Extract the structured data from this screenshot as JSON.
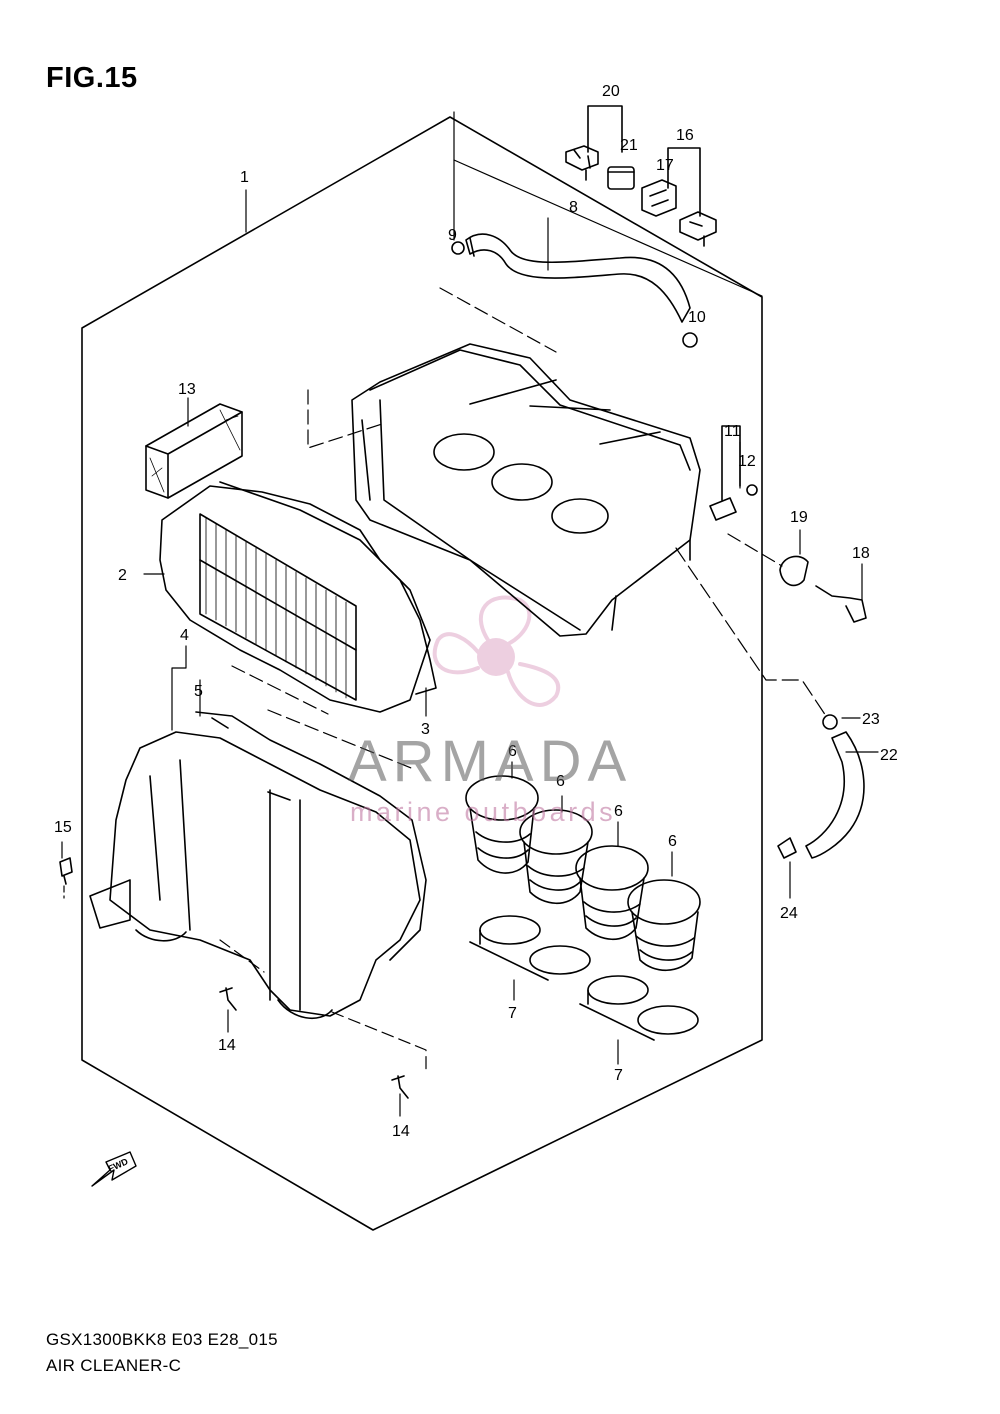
{
  "figure": {
    "title": "FIG.15",
    "model_code": "GSX1300BKK8 E03 E28_015",
    "section_name": "AIR CLEANER-C"
  },
  "callouts": {
    "n1": "1",
    "n2": "2",
    "n3": "3",
    "n4": "4",
    "n5": "5",
    "n6a": "6",
    "n6b": "6",
    "n6c": "6",
    "n6d": "6",
    "n7a": "7",
    "n7b": "7",
    "n8": "8",
    "n9": "9",
    "n10": "10",
    "n11": "11",
    "n12": "12",
    "n13": "13",
    "n14a": "14",
    "n14b": "14",
    "n15": "15",
    "n16": "16",
    "n17": "17",
    "n18": "18",
    "n19": "19",
    "n20": "20",
    "n21": "21",
    "n22": "22",
    "n23": "23",
    "n24": "24"
  },
  "fwd_arrow": {
    "label": "FWD"
  },
  "watermark": {
    "brand": "ARMADA",
    "tagline": "marine outboards",
    "colors": {
      "brand": "#5a5a5a",
      "accent": "#e0a8c8"
    }
  }
}
